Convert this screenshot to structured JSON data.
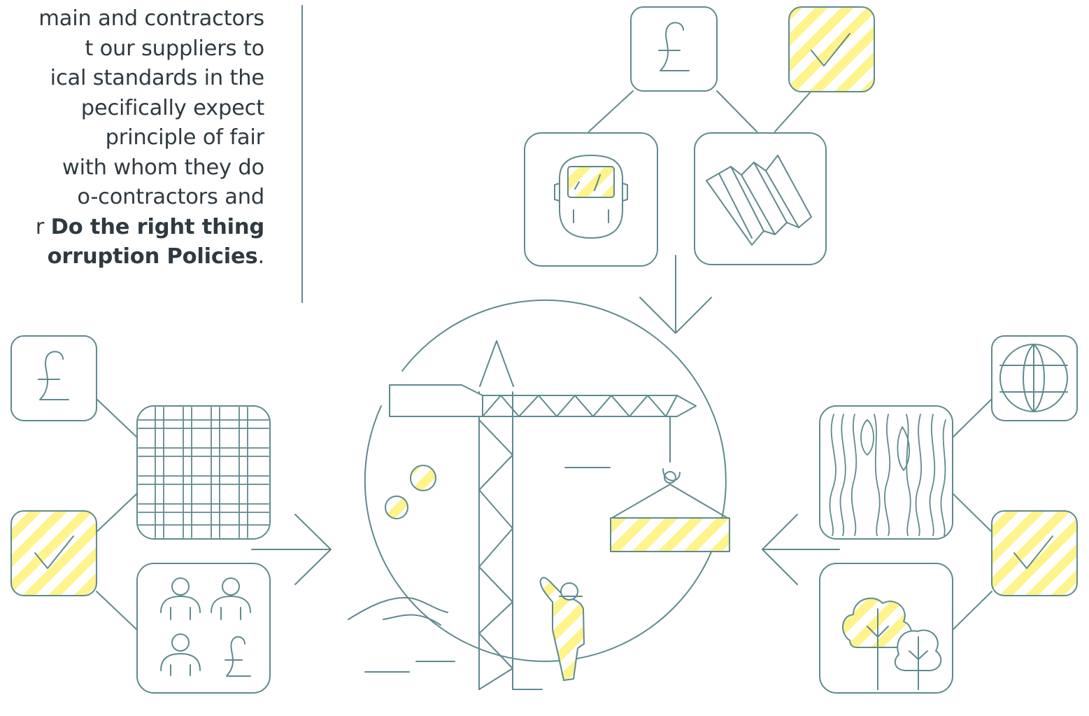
{
  "text_block": {
    "line1": "main and contractors",
    "line2": "t our suppliers to",
    "line3": "ical standards in the",
    "line4": "pecifically expect",
    "line5": "principle of fair",
    "line6": "with whom they do",
    "line7": "o-contractors and",
    "line8_prefix": "r ",
    "line8_bold": "Do the right thing",
    "line9_bold": "orruption Policies",
    "line9_suffix": "."
  },
  "icons": {
    "top_group": [
      "pound-icon",
      "check-icon",
      "welding-mask-icon",
      "corrugated-sheets-icon"
    ],
    "left_group": [
      "pound-icon",
      "check-icon",
      "woven-fabric-icon",
      "workers-pay-icon"
    ],
    "right_group": [
      "globe-icon",
      "wood-grain-icon",
      "check-icon",
      "trees-icon"
    ],
    "center": "construction-crane-scene-icon"
  },
  "colors": {
    "stroke": "#5f8a8e",
    "highlight": "#fff38c",
    "text": "#2f3a40",
    "background": "#ffffff"
  }
}
